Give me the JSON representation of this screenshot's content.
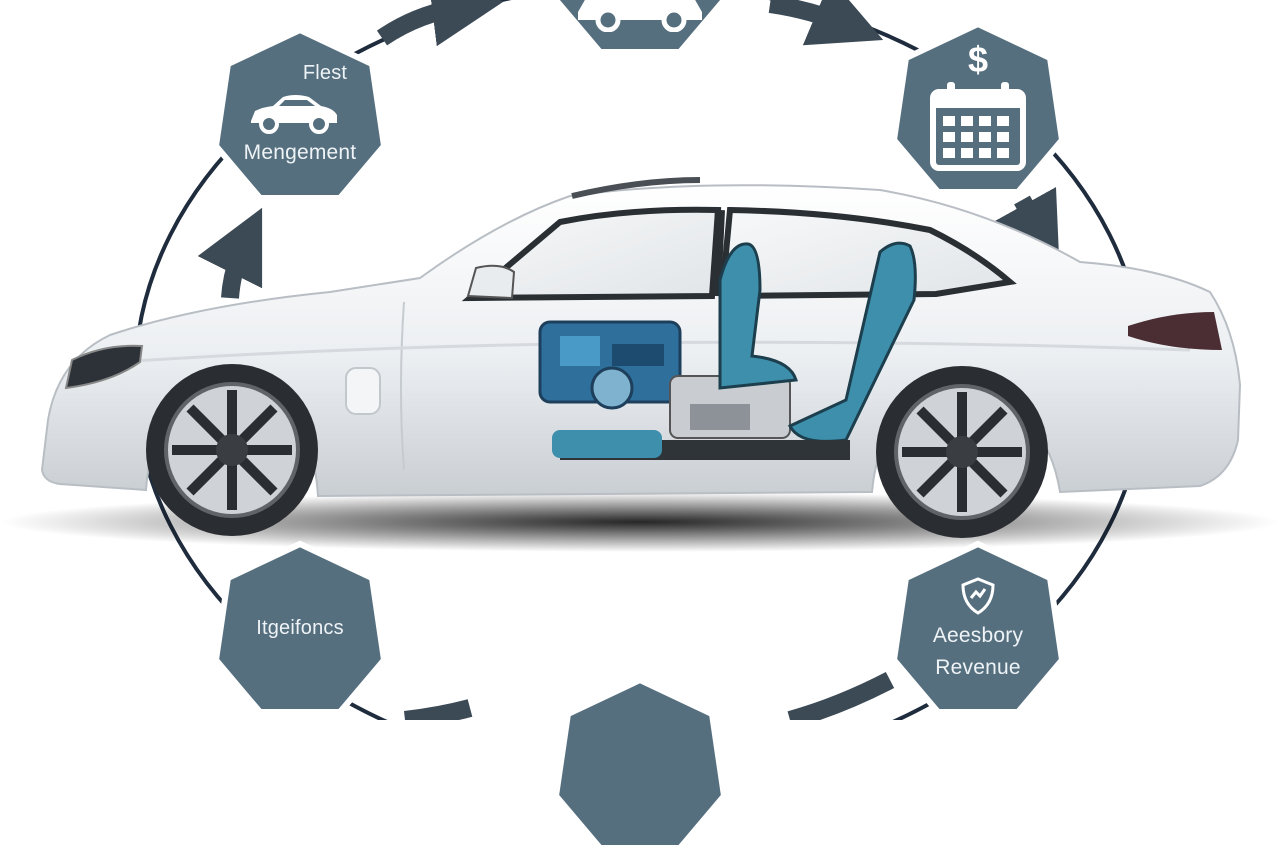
{
  "nodes": {
    "fleet": {
      "line1": "Flest",
      "line2": "Mengement",
      "icon": "car-icon"
    },
    "billing": {
      "icon": "dollar-calendar-icon"
    },
    "interfaces": {
      "label": "Itgeifoncs"
    },
    "accessory": {
      "line1": "Aeesbory",
      "line2": "Revenue",
      "icon": "shield-badge-icon"
    },
    "top": {
      "icon": "car-icon"
    },
    "bottom": {
      "icon": "node-shape"
    }
  },
  "colors": {
    "node_fill": "#566f7f",
    "node_stroke": "#ffffff",
    "ring": "#1f2c3d",
    "arrow": "#3c4a56",
    "car_body": "#f2f4f6",
    "seat": "#3d8fab",
    "engine": "#2f6f9c"
  }
}
